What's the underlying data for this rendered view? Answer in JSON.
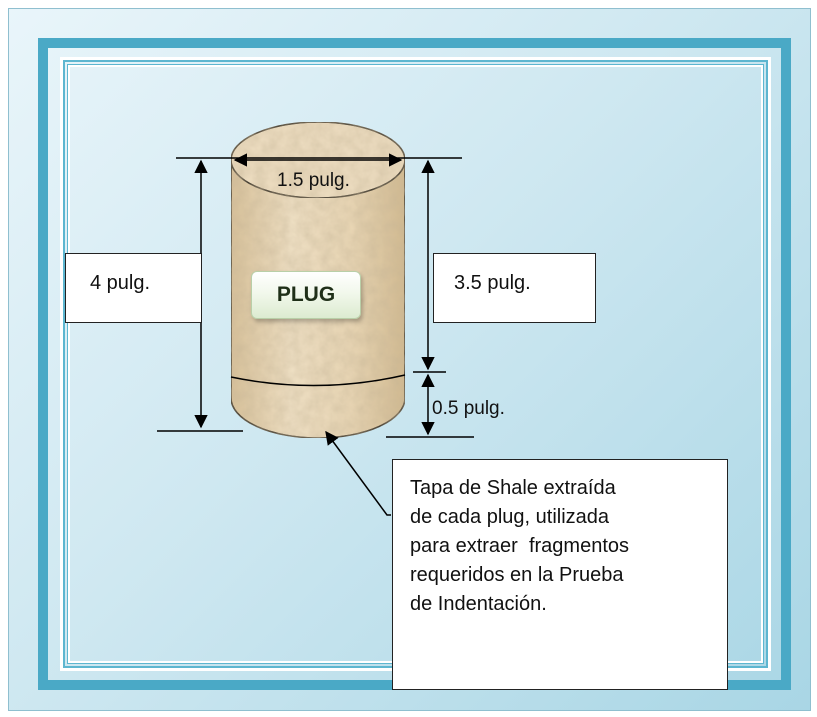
{
  "plug": {
    "label": "PLUG",
    "diameter_label": "1.5 pulg.",
    "total_height_label": "4 pulg.",
    "body_height_label": "3.5 pulg.",
    "cap_height_label": "0.5 pulg."
  },
  "note": {
    "lines": [
      "Tapa de Shale extraída",
      "de cada plug, utilizada",
      "para extraer  fragmentos",
      "requeridos en la Prueba",
      "de Indentación."
    ]
  },
  "colors": {
    "frame": "#4aa9c6",
    "plug_fill": "#e8d4b2",
    "background": "#cfe8f1"
  }
}
